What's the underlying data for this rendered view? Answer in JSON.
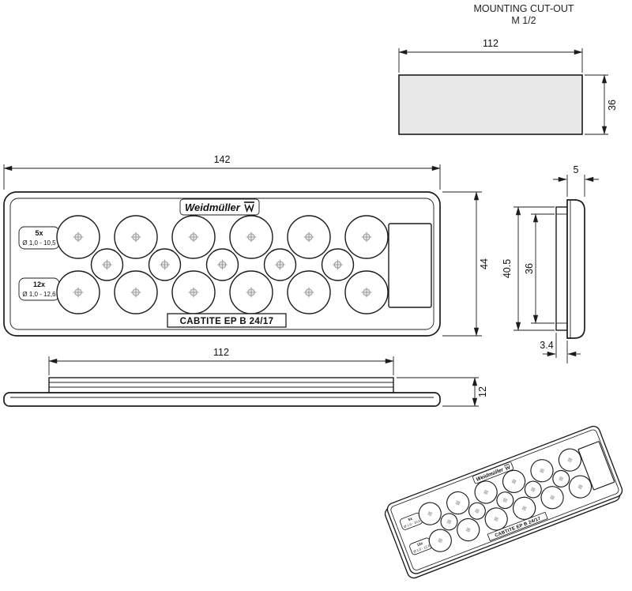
{
  "title": {
    "line1": "MOUNTING CUT-OUT",
    "line2": "M 1/2"
  },
  "dims": {
    "cutout_width": "112",
    "cutout_height": "36",
    "front_width": "142",
    "front_height": "44",
    "side_thickness": "5",
    "side_total_height": "40.5",
    "side_insert_height": "36",
    "side_insert_thickness": "3.4",
    "profile_width": "112",
    "profile_height": "12"
  },
  "plate": {
    "brand": "Weidmüller",
    "grommets_small_count": "5x",
    "grommets_small_range": "Ø 1,0 - 10,5",
    "grommets_large_count": "12x",
    "grommets_large_range": "Ø 1,0 - 12,6",
    "product_label": "CABTITE EP B 24/17"
  },
  "colors": {
    "line": "#1c1c1c",
    "cutout_fill": "#e7e7e7",
    "background": "#ffffff"
  }
}
